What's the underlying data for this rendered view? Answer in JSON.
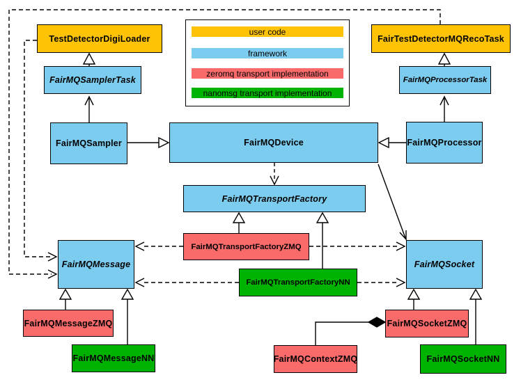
{
  "colors": {
    "user_code": "#FFC305",
    "framework": "#7CCCEF",
    "zeromq": "#F96B6B",
    "nanomsg": "#01B301",
    "line": "#000000",
    "background": "#FFFFFF"
  },
  "legend": {
    "items": [
      {
        "label": "user code",
        "color": "#FFC305",
        "category": "user-code"
      },
      {
        "label": "framework",
        "color": "#7CCCEF",
        "category": "framework"
      },
      {
        "label": "zeromq transport implementation",
        "color": "#F96B6B",
        "category": "zeromq"
      },
      {
        "label": "nanomsg transport implementation",
        "color": "#01B301",
        "category": "nanomsg"
      }
    ]
  },
  "nodes": {
    "testDetectorDigiLoader": {
      "label": "TestDetectorDigiLoader",
      "category": "user-code",
      "abstract": false
    },
    "fairTestDetectorMQRecoTask": {
      "label": "FairTestDetectorMQRecoTask",
      "category": "user-code",
      "abstract": false
    },
    "fairMQSamplerTask": {
      "label": "FairMQSamplerTask",
      "category": "framework",
      "abstract": true
    },
    "fairMQProcessorTask": {
      "label": "FairMQProcessorTask",
      "category": "framework",
      "abstract": true
    },
    "fairMQSampler": {
      "label": "FairMQSampler",
      "category": "framework",
      "abstract": false
    },
    "fairMQDevice": {
      "label": "FairMQDevice",
      "category": "framework",
      "abstract": false
    },
    "fairMQProcessor": {
      "label": "FairMQProcessor",
      "category": "framework",
      "abstract": false
    },
    "fairMQTransportFactory": {
      "label": "FairMQTransportFactory",
      "category": "framework",
      "abstract": true
    },
    "fairMQTransportFactoryZMQ": {
      "label": "FairMQTransportFactoryZMQ",
      "category": "zeromq",
      "abstract": false
    },
    "fairMQTransportFactoryNN": {
      "label": "FairMQTransportFactoryNN",
      "category": "nanomsg",
      "abstract": false
    },
    "fairMQMessage": {
      "label": "FairMQMessage",
      "category": "framework",
      "abstract": true
    },
    "fairMQSocket": {
      "label": "FairMQSocket",
      "category": "framework",
      "abstract": true
    },
    "fairMQMessageZMQ": {
      "label": "FairMQMessageZMQ",
      "category": "zeromq",
      "abstract": false
    },
    "fairMQMessageNN": {
      "label": "FairMQMessageNN",
      "category": "nanomsg",
      "abstract": false
    },
    "fairMQContextZMQ": {
      "label": "FairMQContextZMQ",
      "category": "zeromq",
      "abstract": false
    },
    "fairMQSocketZMQ": {
      "label": "FairMQSocketZMQ",
      "category": "zeromq",
      "abstract": false
    },
    "fairMQSocketNN": {
      "label": "FairMQSocketNN",
      "category": "nanomsg",
      "abstract": false
    }
  },
  "edges": [
    {
      "tail": "FairMQSamplerTask",
      "head": "TestDetectorDigiLoader",
      "style": "solid-hollow-triangle"
    },
    {
      "tail": "FairMQProcessorTask",
      "head": "FairTestDetectorMQRecoTask",
      "style": "solid-hollow-triangle"
    },
    {
      "tail": "FairMQSampler",
      "head": "FairMQSamplerTask",
      "style": "solid-open-arrow"
    },
    {
      "tail": "FairMQProcessor",
      "head": "FairMQProcessorTask",
      "style": "solid-open-arrow"
    },
    {
      "tail": "FairMQSampler",
      "head": "FairMQDevice",
      "style": "solid-hollow-triangle"
    },
    {
      "tail": "FairMQProcessor",
      "head": "FairMQDevice",
      "style": "solid-hollow-triangle"
    },
    {
      "tail": "FairMQDevice",
      "head": "FairMQTransportFactory",
      "style": "dashed-open-arrow"
    },
    {
      "tail": "FairMQDevice",
      "head": "FairMQSocket",
      "style": "solid-open-arrow"
    },
    {
      "tail": "FairMQTransportFactoryZMQ",
      "head": "FairMQTransportFactory",
      "style": "solid-hollow-triangle"
    },
    {
      "tail": "FairMQTransportFactoryNN",
      "head": "FairMQTransportFactory",
      "style": "solid-hollow-triangle"
    },
    {
      "tail": "FairMQTransportFactoryZMQ",
      "head": "FairMQMessage",
      "style": "dashed-open-arrow"
    },
    {
      "tail": "FairMQTransportFactoryZMQ",
      "head": "FairMQSocket",
      "style": "dashed-open-arrow"
    },
    {
      "tail": "FairMQTransportFactoryNN",
      "head": "FairMQMessage",
      "style": "dashed-open-arrow"
    },
    {
      "tail": "FairMQTransportFactoryNN",
      "head": "FairMQSocket",
      "style": "dashed-open-arrow"
    },
    {
      "tail": "TestDetectorDigiLoader",
      "head": "FairMQMessage",
      "style": "dashed-open-arrow"
    },
    {
      "tail": "FairTestDetectorMQRecoTask",
      "head": "FairMQMessage",
      "style": "dashed-open-arrow"
    },
    {
      "tail": "FairMQMessageZMQ",
      "head": "FairMQMessage",
      "style": "solid-hollow-triangle"
    },
    {
      "tail": "FairMQMessageNN",
      "head": "FairMQMessage",
      "style": "solid-hollow-triangle"
    },
    {
      "tail": "FairMQSocketZMQ",
      "head": "FairMQSocket",
      "style": "solid-hollow-triangle"
    },
    {
      "tail": "FairMQSocketNN",
      "head": "FairMQSocket",
      "style": "solid-hollow-triangle"
    },
    {
      "tail": "FairMQContextZMQ",
      "head": "FairMQSocketZMQ",
      "style": "solid-filled-diamond"
    }
  ]
}
